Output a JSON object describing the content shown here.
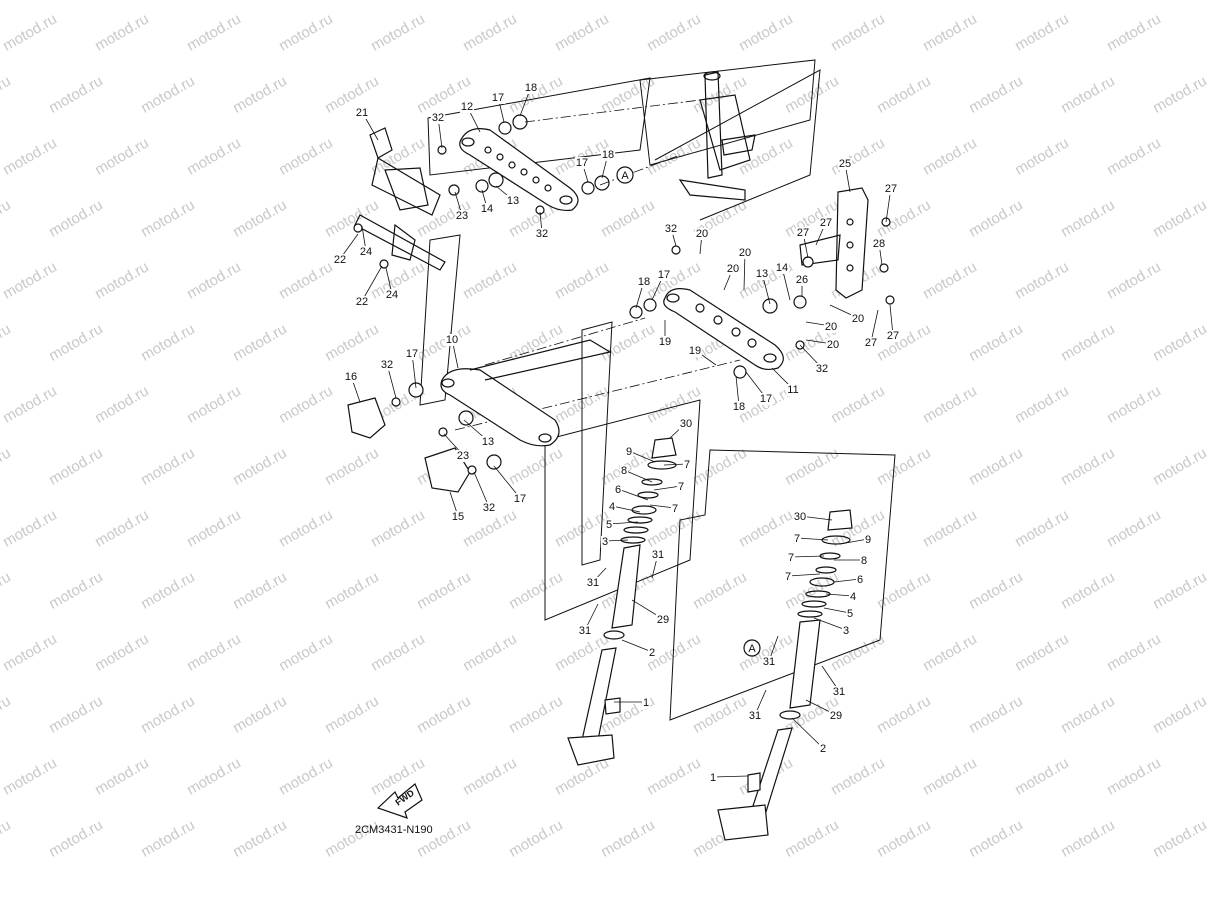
{
  "diagram": {
    "code": "2CM3431-N190",
    "fwd_label": "FWD",
    "watermark": "motod.ru",
    "ref_mark": "A",
    "callouts": [
      {
        "id": "c21",
        "text": "21"
      },
      {
        "id": "c32a",
        "text": "32"
      },
      {
        "id": "c12",
        "text": "12"
      },
      {
        "id": "c17a",
        "text": "17"
      },
      {
        "id": "c18a",
        "text": "18"
      },
      {
        "id": "c17b",
        "text": "17"
      },
      {
        "id": "c18b",
        "text": "18"
      },
      {
        "id": "c23a",
        "text": "23"
      },
      {
        "id": "c14a",
        "text": "14"
      },
      {
        "id": "c13a",
        "text": "13"
      },
      {
        "id": "c32b",
        "text": "32"
      },
      {
        "id": "c22a",
        "text": "22"
      },
      {
        "id": "c24a",
        "text": "24"
      },
      {
        "id": "c22b",
        "text": "22"
      },
      {
        "id": "c24b",
        "text": "24"
      },
      {
        "id": "c25",
        "text": "25"
      },
      {
        "id": "c27a",
        "text": "27"
      },
      {
        "id": "c27b",
        "text": "27"
      },
      {
        "id": "c27c",
        "text": "27"
      },
      {
        "id": "c28",
        "text": "28"
      },
      {
        "id": "c26",
        "text": "26"
      },
      {
        "id": "c14b",
        "text": "14"
      },
      {
        "id": "c13b",
        "text": "13"
      },
      {
        "id": "c20a",
        "text": "20"
      },
      {
        "id": "c20b",
        "text": "20"
      },
      {
        "id": "c20c",
        "text": "20"
      },
      {
        "id": "c32c",
        "text": "32"
      },
      {
        "id": "c20d",
        "text": "20"
      },
      {
        "id": "c20e",
        "text": "20"
      },
      {
        "id": "c20f",
        "text": "20"
      },
      {
        "id": "c27d",
        "text": "27"
      },
      {
        "id": "c27e",
        "text": "27"
      },
      {
        "id": "c18c",
        "text": "18"
      },
      {
        "id": "c17c",
        "text": "17"
      },
      {
        "id": "c19a",
        "text": "19"
      },
      {
        "id": "c10",
        "text": "10"
      },
      {
        "id": "c19b",
        "text": "19"
      },
      {
        "id": "c32d",
        "text": "32"
      },
      {
        "id": "c11",
        "text": "11"
      },
      {
        "id": "c18d",
        "text": "18"
      },
      {
        "id": "c17d",
        "text": "17"
      },
      {
        "id": "c16",
        "text": "16"
      },
      {
        "id": "c32e",
        "text": "32"
      },
      {
        "id": "c17e",
        "text": "17"
      },
      {
        "id": "c23b",
        "text": "23"
      },
      {
        "id": "c13c",
        "text": "13"
      },
      {
        "id": "c15",
        "text": "15"
      },
      {
        "id": "c32f",
        "text": "32"
      },
      {
        "id": "c17f",
        "text": "17"
      },
      {
        "id": "c30a",
        "text": "30"
      },
      {
        "id": "c9a",
        "text": "9"
      },
      {
        "id": "c7a",
        "text": "7"
      },
      {
        "id": "c8a",
        "text": "8"
      },
      {
        "id": "c7b",
        "text": "7"
      },
      {
        "id": "c6a",
        "text": "6"
      },
      {
        "id": "c7c",
        "text": "7"
      },
      {
        "id": "c4a",
        "text": "4"
      },
      {
        "id": "c5a",
        "text": "5"
      },
      {
        "id": "c3a",
        "text": "3"
      },
      {
        "id": "c31a",
        "text": "31"
      },
      {
        "id": "c31b",
        "text": "31"
      },
      {
        "id": "c31c",
        "text": "31"
      },
      {
        "id": "c29a",
        "text": "29"
      },
      {
        "id": "c2a",
        "text": "2"
      },
      {
        "id": "c1a",
        "text": "1"
      },
      {
        "id": "c30b",
        "text": "30"
      },
      {
        "id": "c9b",
        "text": "9"
      },
      {
        "id": "c7d",
        "text": "7"
      },
      {
        "id": "c7e",
        "text": "7"
      },
      {
        "id": "c8b",
        "text": "8"
      },
      {
        "id": "c7f",
        "text": "7"
      },
      {
        "id": "c6b",
        "text": "6"
      },
      {
        "id": "c4b",
        "text": "4"
      },
      {
        "id": "c5b",
        "text": "5"
      },
      {
        "id": "c3b",
        "text": "3"
      },
      {
        "id": "c31d",
        "text": "31"
      },
      {
        "id": "c31e",
        "text": "31"
      },
      {
        "id": "c31f",
        "text": "31"
      },
      {
        "id": "c29b",
        "text": "29"
      },
      {
        "id": "c2b",
        "text": "2"
      },
      {
        "id": "c1b",
        "text": "1"
      }
    ]
  }
}
